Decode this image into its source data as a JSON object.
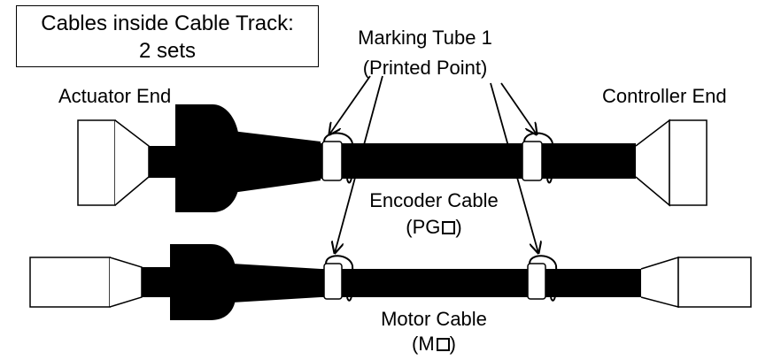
{
  "title": {
    "line1": "Cables inside Cable Track:",
    "line2": "2 sets"
  },
  "labels": {
    "marking_tube_line1": "Marking Tube 1",
    "marking_tube_line2": "(Printed Point)",
    "actuator_end": "Actuator End",
    "controller_end": "Controller End",
    "encoder_cable": "Encoder Cable",
    "encoder_code_open": "(PG",
    "encoder_code_close": ")",
    "motor_cable": "Motor Cable",
    "motor_code_open": "(M",
    "motor_code_close": ")"
  },
  "colors": {
    "cable": "#000000",
    "outline": "#000000",
    "fill": "#ffffff"
  }
}
